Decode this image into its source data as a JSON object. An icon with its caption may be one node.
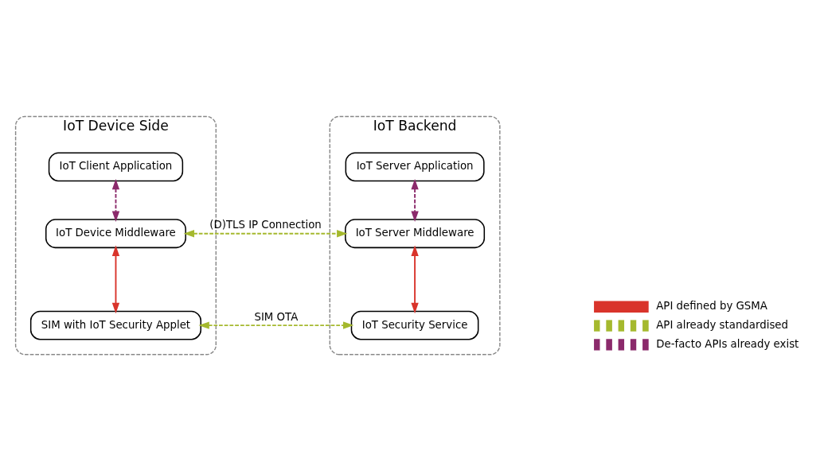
{
  "diagram": {
    "nodes": [
      {
        "text": [
          "IoT Device Side"
        ]
      },
      {
        "text": [
          "IoT Client Application"
        ],
        "in": 0
      },
      {
        "text": [
          "IoT Device Middleware"
        ],
        "in": 0
      },
      {
        "text": [
          "SIM with IoT Security Applet"
        ],
        "in": 0
      },
      {
        "text": [
          "IoT Backend"
        ]
      },
      {
        "text": [
          "IoT Server Application"
        ],
        "in": 4
      },
      {
        "text": [
          "IoT Server Middleware"
        ],
        "in": 4
      },
      {
        "text": [
          "IoT Security Service"
        ],
        "in": 4
      }
    ],
    "edges": [
      {
        "from": 1,
        "to": 2,
        "arrow": "both",
        "style": "dashed",
        "color": "#8b2a6b"
      },
      {
        "from": 2,
        "to": 3,
        "arrow": "both",
        "color": "#d9342b"
      },
      {
        "from": 2,
        "to": 6,
        "arrow": "both",
        "style": "dashed",
        "color": "#a5b92e",
        "label": "(D)TLS IP Connection"
      },
      {
        "from": 3,
        "to": 7,
        "arrow": "both",
        "style": "dashed",
        "color": "#a5b92e",
        "label": "SIM OTA"
      },
      {
        "from": 5,
        "to": 6,
        "arrow": "both",
        "style": "dashed",
        "color": "#8b2a6b"
      },
      {
        "from": 6,
        "to": 7,
        "arrow": "both",
        "color": "#d9342b"
      }
    ],
    "legend": [
      {
        "text": "API defined by GSMA"
      },
      {
        "text": "API already standardised"
      },
      {
        "text": "De-facto APIs already exist"
      }
    ]
  }
}
